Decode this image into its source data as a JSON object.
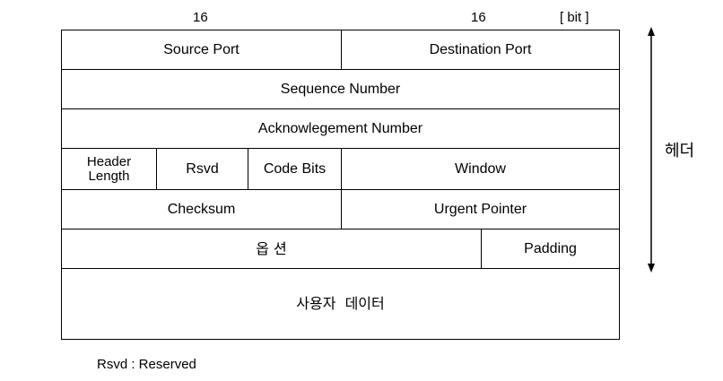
{
  "bit_labels": {
    "left_width": "16",
    "right_width": "16",
    "unit": "[ bit ]"
  },
  "fields": {
    "source_port": "Source Port",
    "destination_port": "Destination Port",
    "sequence_number": "Sequence Number",
    "acknowledgement_number": "Acknowlegement Number",
    "header_length_line1": "Header",
    "header_length_line2": "Length",
    "reserved": "Rsvd",
    "code_bits": "Code Bits",
    "window": "Window",
    "checksum": "Checksum",
    "urgent_pointer": "Urgent Pointer",
    "options": "옵 션",
    "padding": "Padding",
    "user_data": "사용자  데이터"
  },
  "header_bracket_label": "헤더",
  "footnote": "Rsvd : Reserved"
}
